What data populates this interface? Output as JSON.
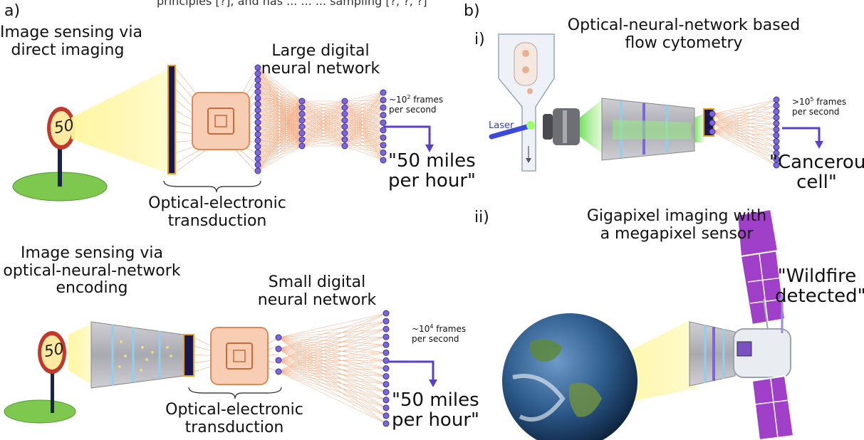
{
  "top_cut_text": "principles [?], and has ... ... ... sampling [?, ?, ?]",
  "panel_a": {
    "label": "a)",
    "top": {
      "title_line1": "Image sensing via",
      "title_line2": "direct imaging",
      "sign_value": "50",
      "network_line1": "Large digital",
      "network_line2": "neural network",
      "rate_prefix": "~10",
      "rate_exp": "2",
      "rate_suffix": " frames",
      "rate_line2": "per second",
      "output_line1": "\"50 miles",
      "output_line2": "per hour\"",
      "transduction_line1": "Optical-electronic",
      "transduction_line2": "transduction"
    },
    "bottom": {
      "title_line1": "Image sensing via",
      "title_line2": "optical-neural-network",
      "title_line3": "encoding",
      "sign_value": "50",
      "network_line1": "Small digital",
      "network_line2": "neural network",
      "rate_prefix": "~10",
      "rate_exp": "4",
      "rate_suffix": " frames",
      "rate_line2": "per second",
      "output_line1": "\"50 miles",
      "output_line2": "per hour\"",
      "transduction_line1": "Optical-electronic",
      "transduction_line2": "transduction"
    }
  },
  "panel_b": {
    "label": "b)",
    "i": {
      "label": "i)",
      "title_line1": "Optical-neural-network based",
      "title_line2": "flow cytometry",
      "laser_label": "Laser",
      "rate_prefix": ">10",
      "rate_exp": "5",
      "rate_suffix": " frames",
      "rate_line2": "per second",
      "output_line1": "\"Cancerous",
      "output_line2": "cell\""
    },
    "ii": {
      "label": "ii)",
      "title_line1": "Gigapixel imaging with",
      "title_line2": "a megapixel sensor",
      "output_line1": "\"Wildfire",
      "output_line2": "detected\""
    }
  },
  "colors": {
    "connection": "#f0a070",
    "node": "#7b67d8",
    "arrow": "#5b3fc8",
    "light": "#fff27a",
    "grass": "#7ec850",
    "solar_panel": "#a040c8"
  }
}
